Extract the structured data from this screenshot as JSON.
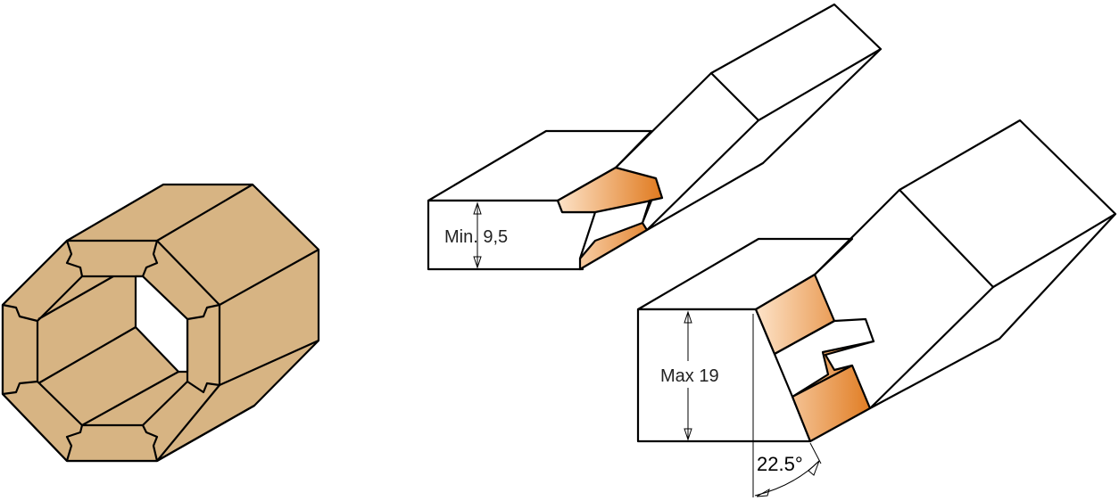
{
  "figure": {
    "colors": {
      "wood": "#d7b483",
      "cutter_light": "#fde3c8",
      "cutter_dark": "#e07a1f"
    },
    "labels": {
      "min_thickness": "Min. 9,5",
      "max_thickness": "Max 19",
      "angle": "22.5°"
    }
  }
}
